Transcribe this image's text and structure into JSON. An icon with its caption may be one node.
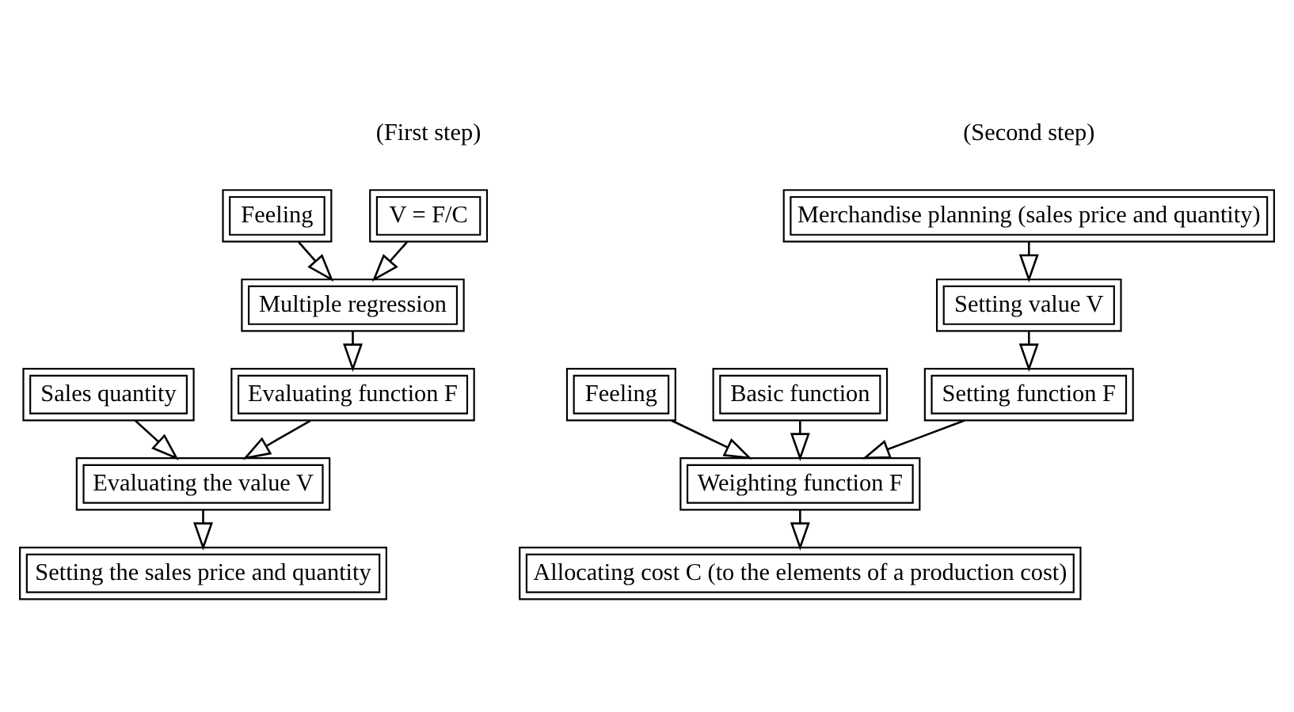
{
  "diagram": {
    "nodes": [
      {
        "text": [
          "V = F/C"
        ]
      },
      {
        "text": [
          "Feeling"
        ]
      },
      {
        "text": [
          "Multiple regression"
        ]
      },
      {
        "text": [
          "Evaluating function F"
        ]
      },
      {
        "text": [
          "Sales quantity"
        ]
      },
      {
        "text": [
          "Evaluating the value V"
        ]
      },
      {
        "text": [
          "Setting the sales price and quantity"
        ]
      },
      {
        "text": [
          "Merchandise planning (sales price and quantity)"
        ]
      },
      {
        "text": [
          "Setting value V"
        ]
      },
      {
        "text": [
          "Setting function F"
        ]
      },
      {
        "text": [
          "Feeling"
        ]
      },
      {
        "text": [
          "Basic function"
        ]
      },
      {
        "text": [
          "Weighting function F"
        ]
      },
      {
        "text": [
          "Allocating cost C (to the elements of a production cost)"
        ]
      }
    ],
    "edges": [
      {
        "from": 0,
        "to": 2,
        "arrow": "to"
      },
      {
        "from": 1,
        "to": 2,
        "arrow": "to"
      },
      {
        "from": 2,
        "to": 3,
        "arrow": "to"
      },
      {
        "from": 3,
        "to": 5,
        "arrow": "to"
      },
      {
        "from": 4,
        "to": 5,
        "arrow": "to"
      },
      {
        "from": 5,
        "to": 6,
        "arrow": "to"
      },
      {
        "from": 7,
        "to": 8,
        "arrow": "to"
      },
      {
        "from": 8,
        "to": 9,
        "arrow": "to"
      },
      {
        "from": 9,
        "to": 12,
        "arrow": "to"
      },
      {
        "from": 10,
        "to": 12,
        "arrow": "to"
      },
      {
        "from": 11,
        "to": 12,
        "arrow": "to"
      },
      {
        "from": 12,
        "to": 13,
        "arrow": "to"
      }
    ],
    "labels": [
      "(First step)",
      "(Second step)"
    ]
  }
}
